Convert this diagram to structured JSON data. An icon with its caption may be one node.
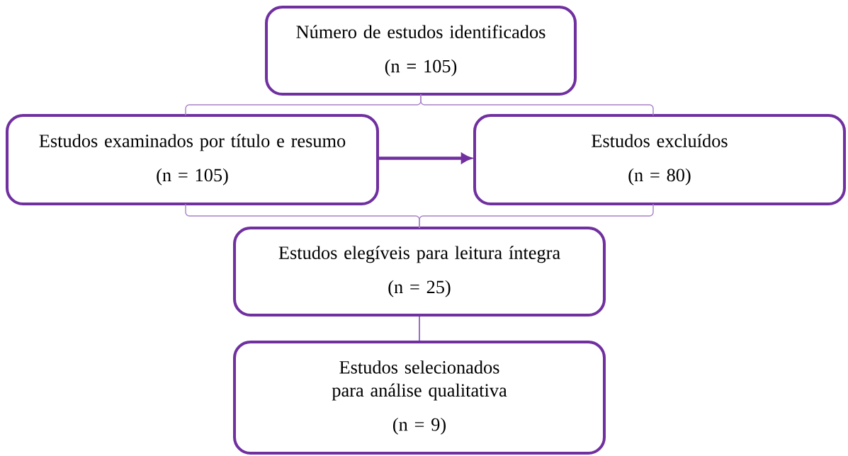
{
  "diagram": {
    "nodes": [
      {
        "text": [
          "Número de estudos identificados",
          "(n = 105)"
        ]
      },
      {
        "text": [
          "Estudos examinados por título e resumo",
          "(n = 105)"
        ]
      },
      {
        "text": [
          "Estudos excluídos",
          "(n = 80)"
        ]
      },
      {
        "text": [
          "Estudos elegíveis para leitura íntegra",
          "(n = 25)"
        ]
      },
      {
        "text": [
          "Estudos selecionados para análise qualitativa",
          "(n = 9)"
        ]
      }
    ],
    "edges": [
      {
        "from": 0,
        "to": 1,
        "arrow": "none",
        "color": "#a880c8"
      },
      {
        "from": 0,
        "to": 2,
        "arrow": "none",
        "color": "#a880c8"
      },
      {
        "from": 1,
        "to": 2,
        "arrow": "to",
        "style": "thick"
      },
      {
        "from": 1,
        "to": 3,
        "arrow": "none",
        "color": "#a880c8"
      },
      {
        "from": 2,
        "to": 3,
        "arrow": "none",
        "color": "#a880c8"
      },
      {
        "from": 3,
        "to": 4,
        "arrow": "none"
      }
    ]
  }
}
